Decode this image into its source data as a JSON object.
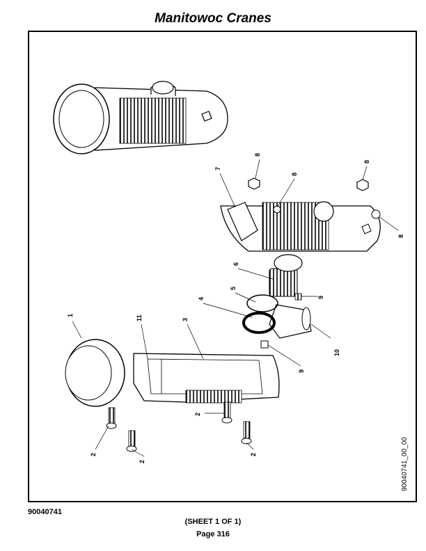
{
  "header": {
    "title": "Manitowoc Cranes"
  },
  "drawing": {
    "reference": "90040741_00_00",
    "callouts": [
      "1",
      "2",
      "2",
      "2",
      "2",
      "3",
      "4",
      "5",
      "6",
      "7",
      "8",
      "8",
      "8",
      "8",
      "9",
      "9",
      "10",
      "11"
    ]
  },
  "footer": {
    "doc_number": "90040741",
    "sheet": "(SHEET 1 OF 1)",
    "page": "Page 316"
  }
}
